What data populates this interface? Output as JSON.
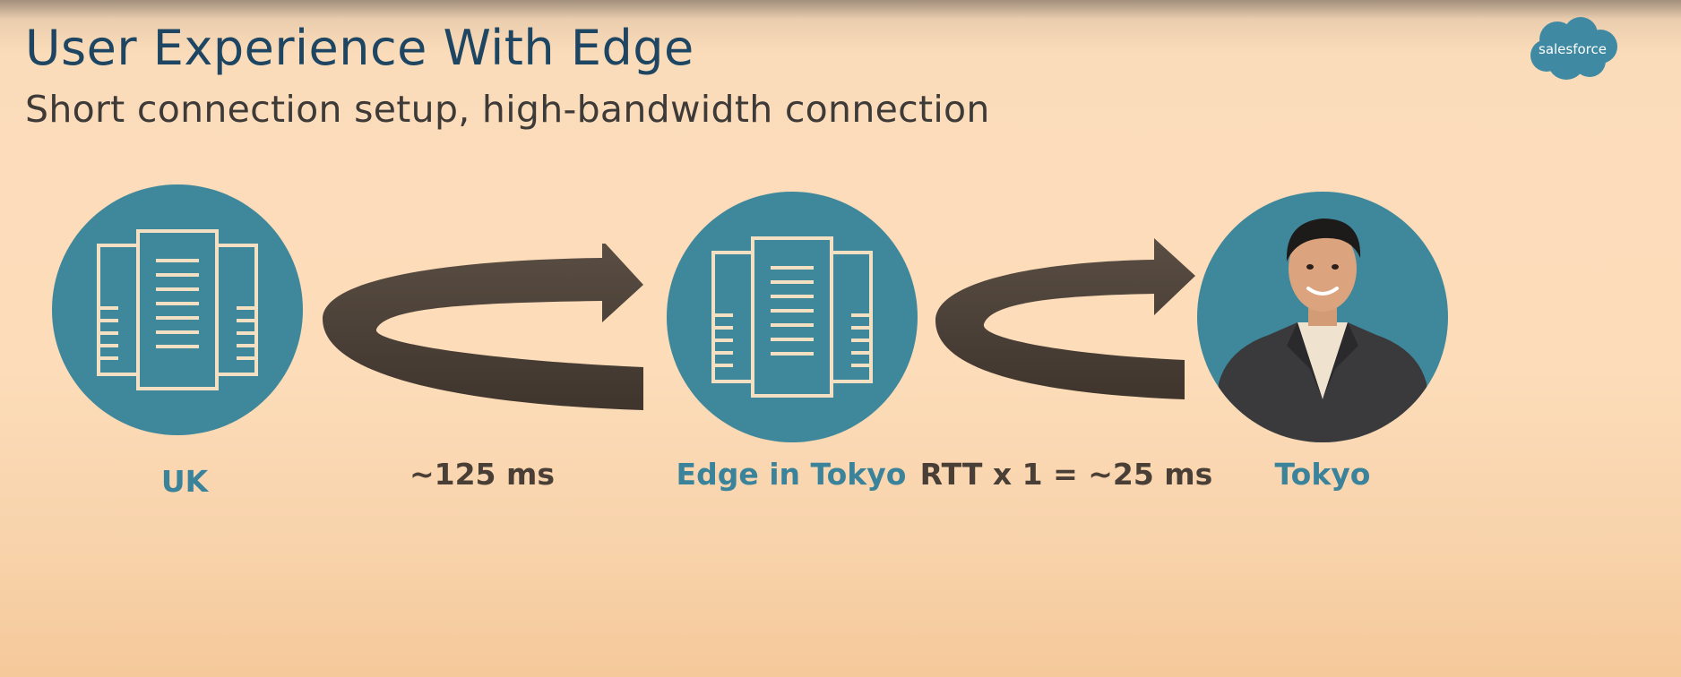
{
  "slide": {
    "title": "User Experience With Edge",
    "subtitle": "Short connection setup, high-bandwidth connection",
    "logo_text": "salesforce"
  },
  "colors": {
    "title": "#1e4663",
    "node_fill": "#3f879b",
    "node_icon": "#f3dfc2",
    "node_label": "#3b839a",
    "arrow": "#4a3f36",
    "logo": "#3f8aa2"
  },
  "nodes": [
    {
      "id": "uk",
      "label": "UK",
      "icon": "server-building-icon"
    },
    {
      "id": "edge",
      "label": "Edge in Tokyo",
      "icon": "server-building-icon"
    },
    {
      "id": "user",
      "label": "Tokyo",
      "icon": "user-photo"
    }
  ],
  "links": [
    {
      "from": "uk",
      "to": "edge",
      "label": "~125 ms"
    },
    {
      "from": "edge",
      "to": "user",
      "label": "RTT x 1 = ~25 ms"
    }
  ]
}
